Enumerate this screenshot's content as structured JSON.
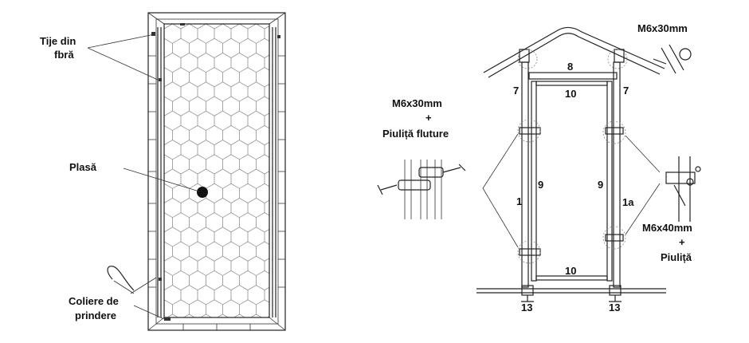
{
  "left_panel": {
    "labels": {
      "fiber_rods": [
        "Tije din",
        "fbră"
      ],
      "net": "Plasă",
      "clamps": [
        "Coliere de",
        "prindere"
      ]
    }
  },
  "right_panel": {
    "part_numbers": {
      "p8": "8",
      "p7_left": "7",
      "p7_right": "7",
      "p10_top": "10",
      "p10_bottom": "10",
      "p1": "1",
      "p9_left": "9",
      "p9_right": "9",
      "p1a": "1a",
      "p13_left": "13",
      "p13_right": "13"
    },
    "hardware": {
      "top_right_bolt": "M6x30mm",
      "left_bolt": "M6x30mm",
      "left_plus": "+",
      "left_nut": "Piuliță fluture",
      "right_bolt": "M6x40mm",
      "right_plus": "+",
      "right_nut": "Piuliță"
    }
  }
}
